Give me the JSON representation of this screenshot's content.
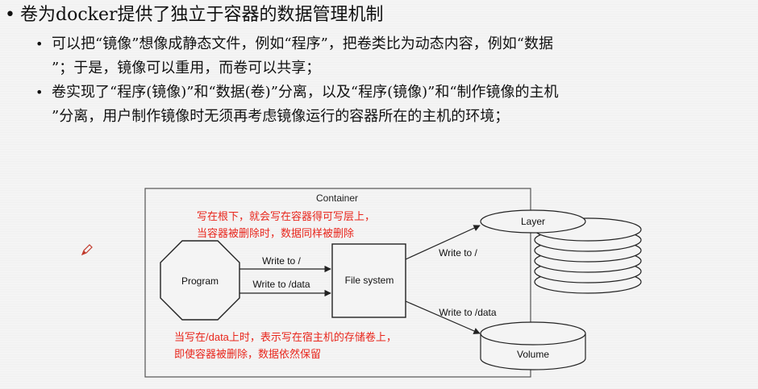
{
  "heading": "卷为docker提供了独立于容器的数据管理机制",
  "bullets": [
    {
      "lines": [
        "可以把“镜像”想像成静态文件，例如“程序”，把卷类比为动态内容，例如“数据",
        "”；于是，镜像可以重用，而卷可以共享；"
      ]
    },
    {
      "lines": [
        "卷实现了“程序(镜像)”和“数据(卷)”分离，以及“程序(镜像)”和“制作镜像的主机",
        "”分离，用户制作镜像时无须再考虑镜像运行的容器所在的主机的环境；"
      ]
    }
  ],
  "diagram": {
    "container_label": "Container",
    "program_label": "Program",
    "filesystem_label": "File system",
    "layer_label": "Layer",
    "volume_label": "Volume",
    "arrow_write_to_root": "Write to /",
    "arrow_write_to_data": "Write to /data",
    "arrow_fs_to_layer": "Write to /",
    "arrow_fs_to_volume": "Write to /data",
    "note_top": [
      "写在根下，就会写在容器得可写层上，",
      "当容器被删除时，数据同样被删除"
    ],
    "note_bottom": [
      "当写在/data上时，表示写在宿主机的存储卷上，",
      "即使容器被删除，数据依然保留"
    ]
  },
  "colors": {
    "note_text": "#e8261c",
    "line": "#222222",
    "shape_fill": "#f4f4f4"
  },
  "icons": [
    "pen-cursor-icon"
  ]
}
